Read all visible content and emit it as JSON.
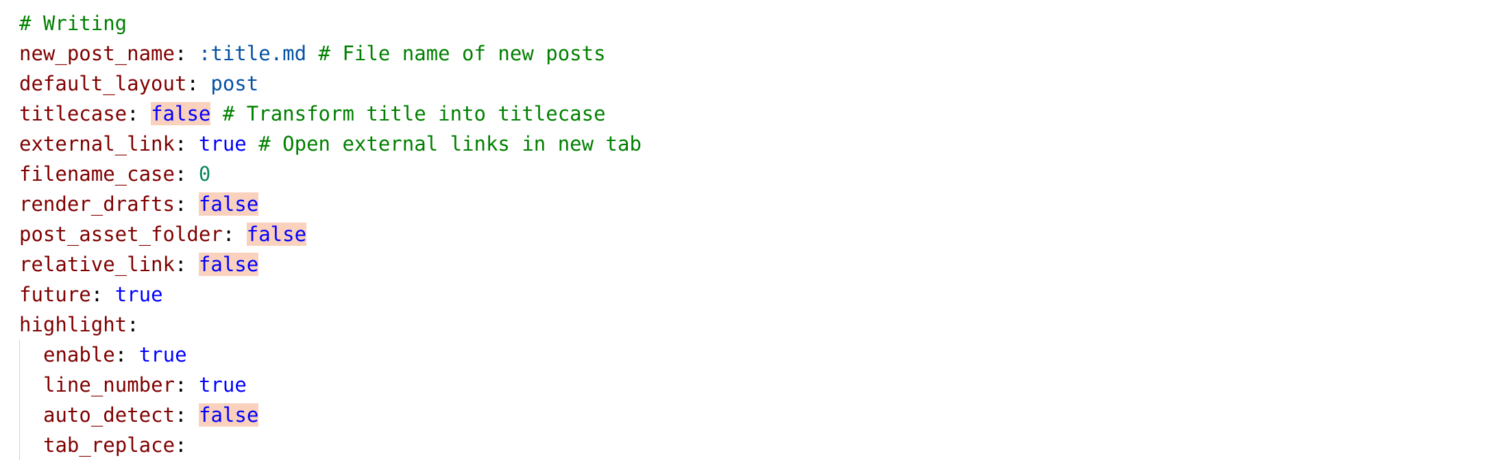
{
  "theme": {
    "background": "#ffffff",
    "key_color": "#800000",
    "comment_color": "#008000",
    "keyword_color": "#0000ff",
    "string_color": "#0451a5",
    "number_color": "#098658",
    "highlight_color": "#f9d1bd",
    "indent_guide_color": "#d3d3d3"
  },
  "lines": [
    {
      "comment": "# Writing"
    },
    {
      "key": "new_post_name",
      "value": ":title.md",
      "value_type": "str",
      "comment": "# File name of new posts"
    },
    {
      "key": "default_layout",
      "value": "post",
      "value_type": "str"
    },
    {
      "key": "titlecase",
      "value": "false",
      "value_type": "kw",
      "highlight": true,
      "comment": "# Transform title into titlecase"
    },
    {
      "key": "external_link",
      "value": "true",
      "value_type": "kw",
      "comment": "# Open external links in new tab"
    },
    {
      "key": "filename_case",
      "value": "0",
      "value_type": "num"
    },
    {
      "key": "render_drafts",
      "value": "false",
      "value_type": "kw",
      "highlight": true
    },
    {
      "key": "post_asset_folder",
      "value": "false",
      "value_type": "kw",
      "highlight": true
    },
    {
      "key": "relative_link",
      "value": "false",
      "value_type": "kw",
      "highlight": true
    },
    {
      "key": "future",
      "value": "true",
      "value_type": "kw"
    },
    {
      "key": "highlight"
    },
    {
      "key": "enable",
      "value": "true",
      "value_type": "kw",
      "indent": 1
    },
    {
      "key": "line_number",
      "value": "true",
      "value_type": "kw",
      "indent": 1
    },
    {
      "key": "auto_detect",
      "value": "false",
      "value_type": "kw",
      "highlight": true,
      "indent": 1
    },
    {
      "key": "tab_replace",
      "indent": 1
    }
  ]
}
